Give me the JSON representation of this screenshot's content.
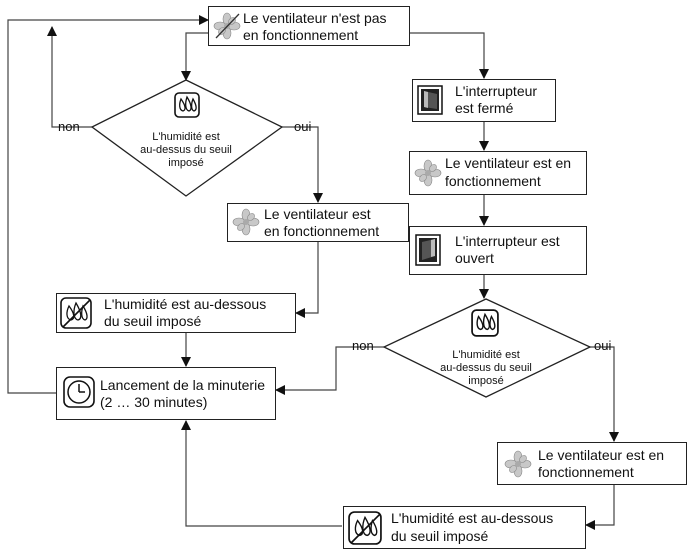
{
  "nodes": {
    "fan_off": [
      "Le ventilateur n'est pas",
      "en fonctionnement"
    ],
    "switch_closed": [
      "L'interrupteur",
      "est fermé"
    ],
    "fan_on_right": [
      "Le ventilateur est en",
      "fonctionnement"
    ],
    "switch_open": [
      "L'interrupteur est",
      "ouvert"
    ],
    "humidity_check_left": [
      "L'humidité est",
      "au-dessus du seuil",
      "imposé"
    ],
    "humidity_check_right": [
      "L'humidité est",
      "au-dessus du seuil",
      "imposé"
    ],
    "fan_on_middle": [
      "Le ventilateur est",
      "en fonctionnement"
    ],
    "humidity_below_left": [
      "L'humidité est au-dessous",
      "du seuil imposé"
    ],
    "timer_start": [
      "Lancement de la minuterie",
      "(2 … 30 minutes)"
    ],
    "fan_on_bottom": [
      "Le ventilateur est en",
      "fonctionnement"
    ],
    "humidity_below_bottom": [
      "L'humidité est au-dessous",
      "du seuil imposé"
    ]
  },
  "branch_labels": {
    "no": "non",
    "yes": "oui"
  },
  "icons": {
    "fan": "fan-icon",
    "switch": "switch-icon",
    "humidity": "humidity-drops-icon",
    "humidity_crossed": "humidity-crossed-icon",
    "timer": "clock-icon"
  }
}
